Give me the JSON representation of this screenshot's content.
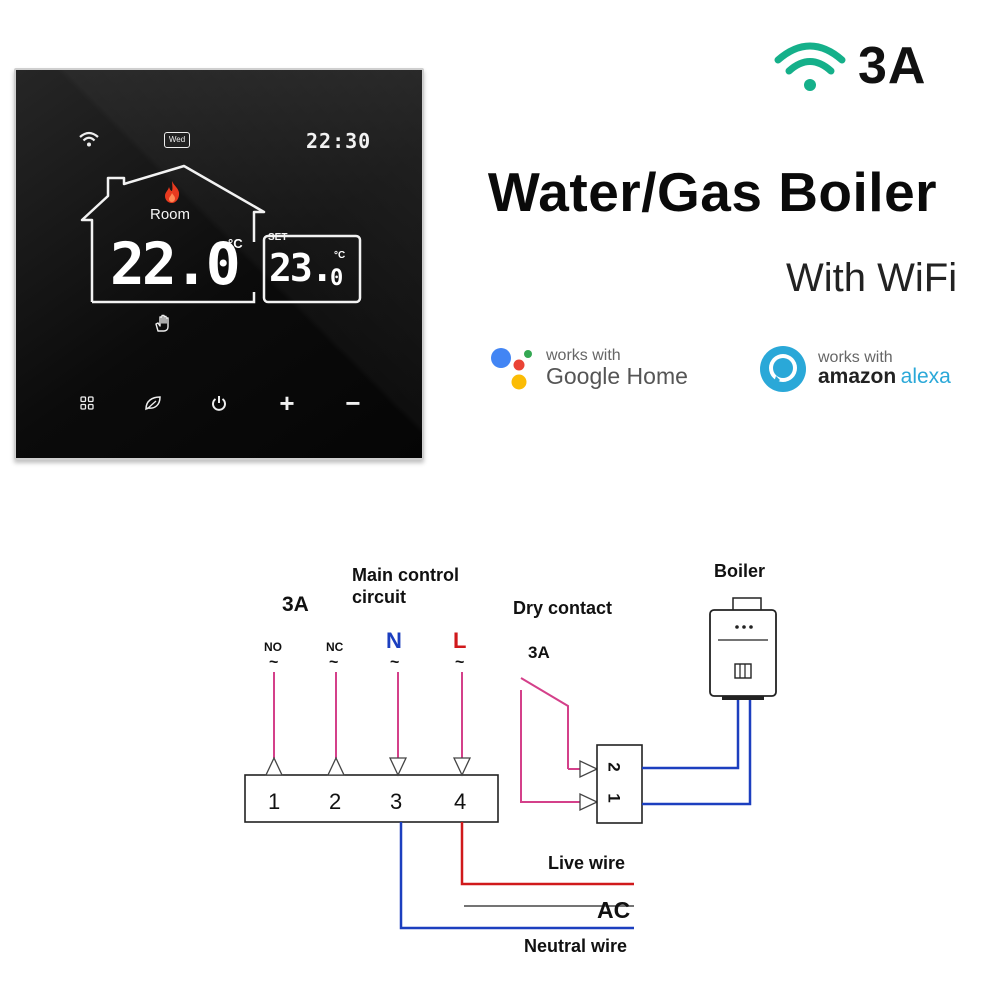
{
  "thermostat": {
    "day": "Wed",
    "clock": "22:30",
    "room_label": "Room",
    "room_temp": "22.0",
    "room_unit": "°C",
    "set_label": "SET",
    "set_temp_int": "23.",
    "set_temp_dec": "0",
    "set_unit": "°C",
    "buttons": [
      {
        "name": "menu-button",
        "icon": "grid-icon"
      },
      {
        "name": "mode-button",
        "icon": "leaf-icon"
      },
      {
        "name": "power-button",
        "icon": "power-icon"
      },
      {
        "name": "plus-button",
        "label": "+"
      },
      {
        "name": "minus-button",
        "label": "−"
      }
    ],
    "colors": {
      "flame": "#e83a1f",
      "display": "#ffffff",
      "body": "#0a0a0a"
    }
  },
  "header": {
    "rating": "3A",
    "title": "Water/Gas Boiler",
    "subtitle": "With WiFi",
    "wifi_color": "#15b08a"
  },
  "integrations": {
    "google": {
      "small": "works with",
      "brand": "Google Home"
    },
    "alexa": {
      "small": "works with",
      "brand_a": "amazon",
      "brand_b": "alexa",
      "color": "#2aa8d8"
    }
  },
  "diagram": {
    "main_control": [
      "Main control",
      "circuit"
    ],
    "rating": "3A",
    "boiler": "Boiler",
    "dry_contact": "Dry contact",
    "relay_rating": "3A",
    "inputs": {
      "no": "NO",
      "nc": "NC",
      "n": "N",
      "l": "L",
      "tilde": "~"
    },
    "terminals": [
      "1",
      "2",
      "3",
      "4"
    ],
    "relay_terminals": [
      "1",
      "2"
    ],
    "live_wire": "Live wire",
    "ac": "AC",
    "neutral_wire": "Neutral wire",
    "colors": {
      "live": "#d0191b",
      "neutral": "#1c3fbf",
      "signal": "#d4408a",
      "boiler_link": "#1c3fbf"
    }
  }
}
